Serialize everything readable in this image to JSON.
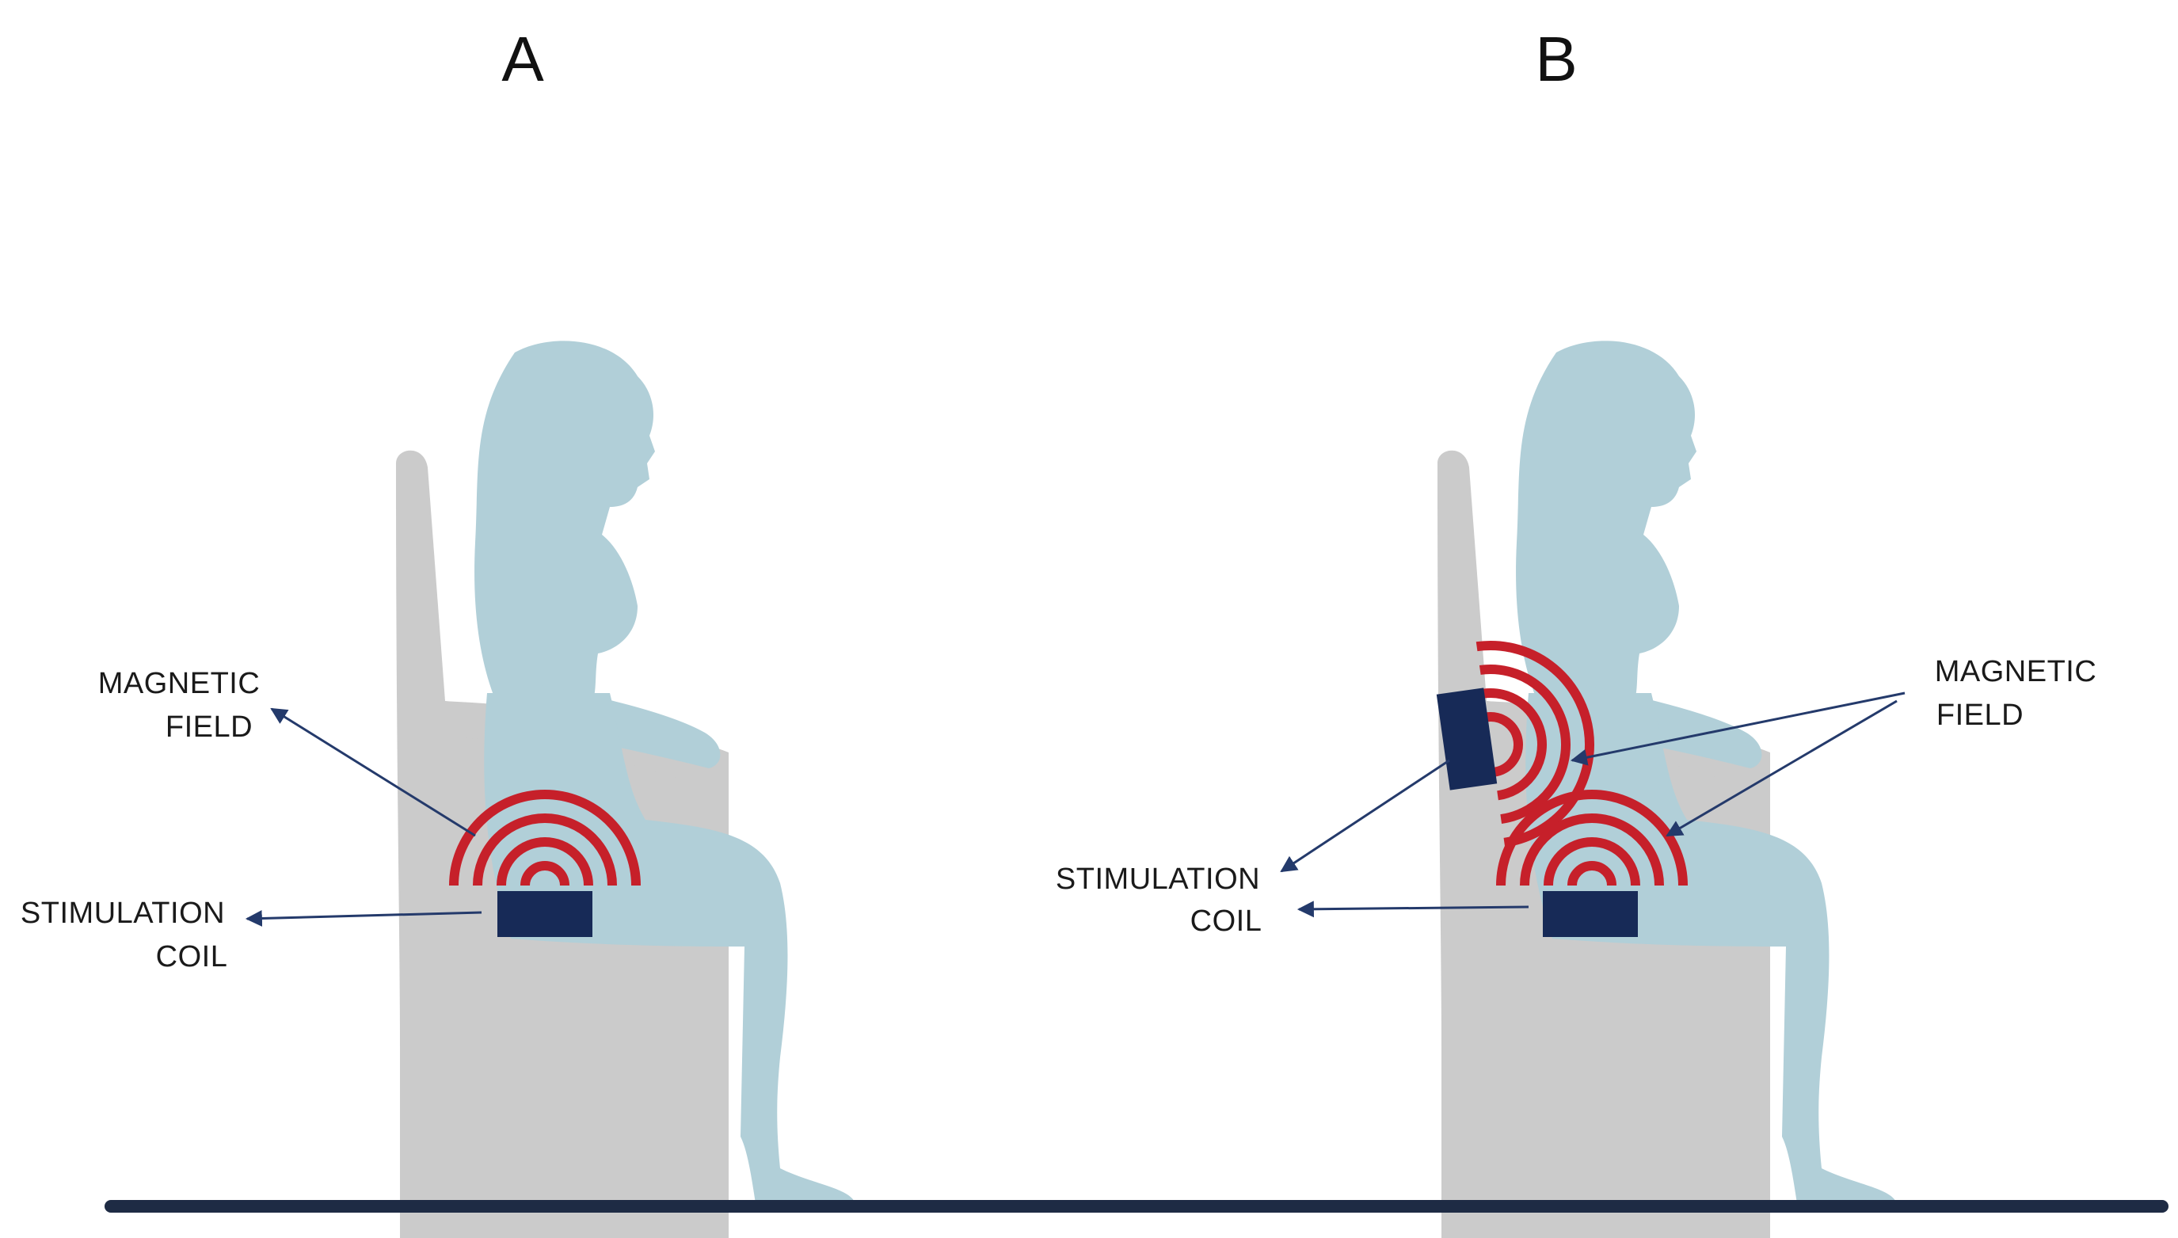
{
  "panels": [
    {
      "letter": "A",
      "field_label_line1": "MAGNETIC",
      "field_label_line2": "FIELD",
      "coil_label_line1": "STIMULATION",
      "coil_label_line2": "COIL"
    },
    {
      "letter": "B",
      "field_label_line1": "MAGNETIC",
      "field_label_line2": "FIELD",
      "coil_label_line1": "STIMULATION",
      "coil_label_line2": "COIL"
    }
  ],
  "colors": {
    "chair": "#cbcbcb",
    "person": "#b1cfd8",
    "coil": "#172a57",
    "field": "#c6202a",
    "arrow": "#243a6b",
    "floor": "#1e2b44"
  }
}
